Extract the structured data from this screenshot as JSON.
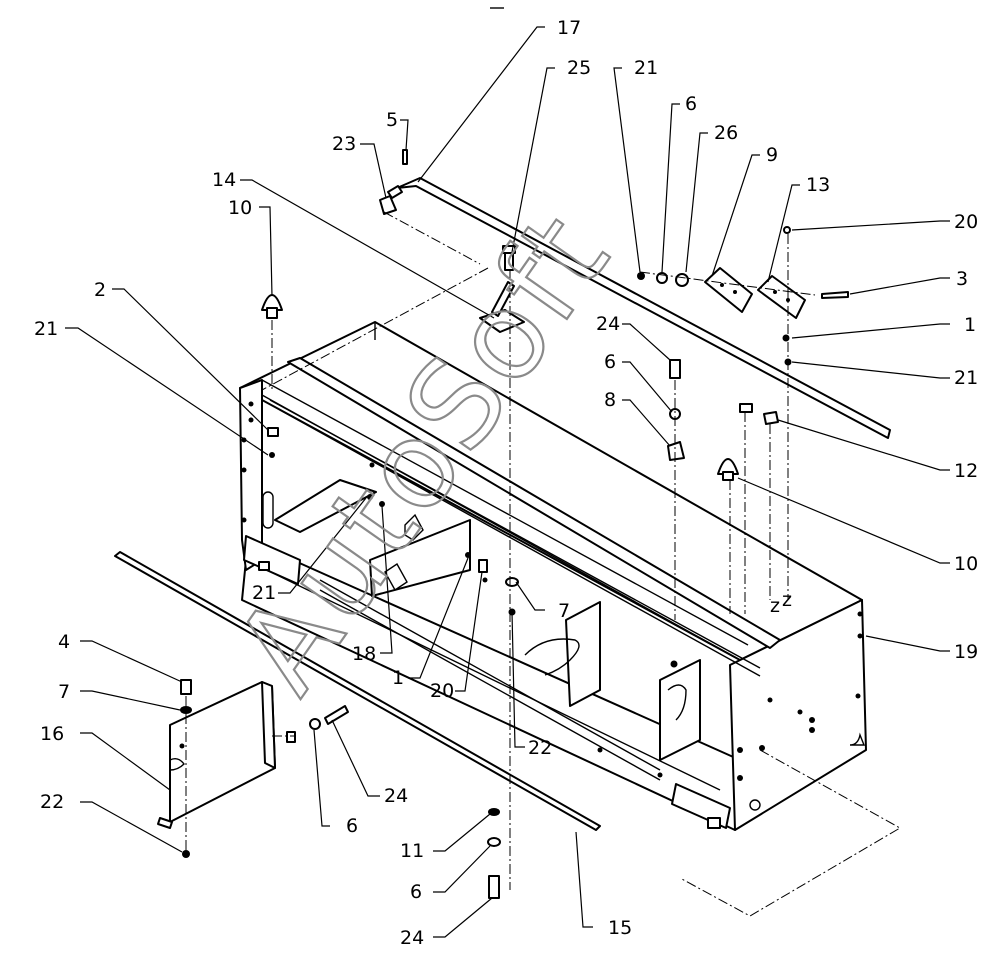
{
  "watermark": "AutoSoft",
  "callouts": [
    {
      "id": "c1",
      "label": "17"
    },
    {
      "id": "c2",
      "label": "25"
    },
    {
      "id": "c3",
      "label": "21"
    },
    {
      "id": "c4",
      "label": "5"
    },
    {
      "id": "c5",
      "label": "23"
    },
    {
      "id": "c6",
      "label": "14"
    },
    {
      "id": "c7",
      "label": "6"
    },
    {
      "id": "c8",
      "label": "26"
    },
    {
      "id": "c9",
      "label": "9"
    },
    {
      "id": "c10",
      "label": "13"
    },
    {
      "id": "c11",
      "label": "10"
    },
    {
      "id": "c12",
      "label": "20"
    },
    {
      "id": "c13",
      "label": "2"
    },
    {
      "id": "c14",
      "label": "3"
    },
    {
      "id": "c15",
      "label": "21"
    },
    {
      "id": "c16",
      "label": "1"
    },
    {
      "id": "c17",
      "label": "24"
    },
    {
      "id": "c18",
      "label": "6"
    },
    {
      "id": "c19",
      "label": "21"
    },
    {
      "id": "c20",
      "label": "8"
    },
    {
      "id": "c21",
      "label": "12"
    },
    {
      "id": "c22",
      "label": "10"
    },
    {
      "id": "c23",
      "label": "21"
    },
    {
      "id": "c24",
      "label": "7"
    },
    {
      "id": "c25",
      "label": "19"
    },
    {
      "id": "c26",
      "label": "4"
    },
    {
      "id": "c27",
      "label": "18"
    },
    {
      "id": "c28",
      "label": "1"
    },
    {
      "id": "c29",
      "label": "7"
    },
    {
      "id": "c30",
      "label": "20"
    },
    {
      "id": "c31",
      "label": "16"
    },
    {
      "id": "c32",
      "label": "22"
    },
    {
      "id": "c33",
      "label": "24"
    },
    {
      "id": "c34",
      "label": "22"
    },
    {
      "id": "c35",
      "label": "6"
    },
    {
      "id": "c36",
      "label": "11"
    },
    {
      "id": "c37",
      "label": "6"
    },
    {
      "id": "c38",
      "label": "24"
    },
    {
      "id": "c39",
      "label": "15"
    }
  ]
}
